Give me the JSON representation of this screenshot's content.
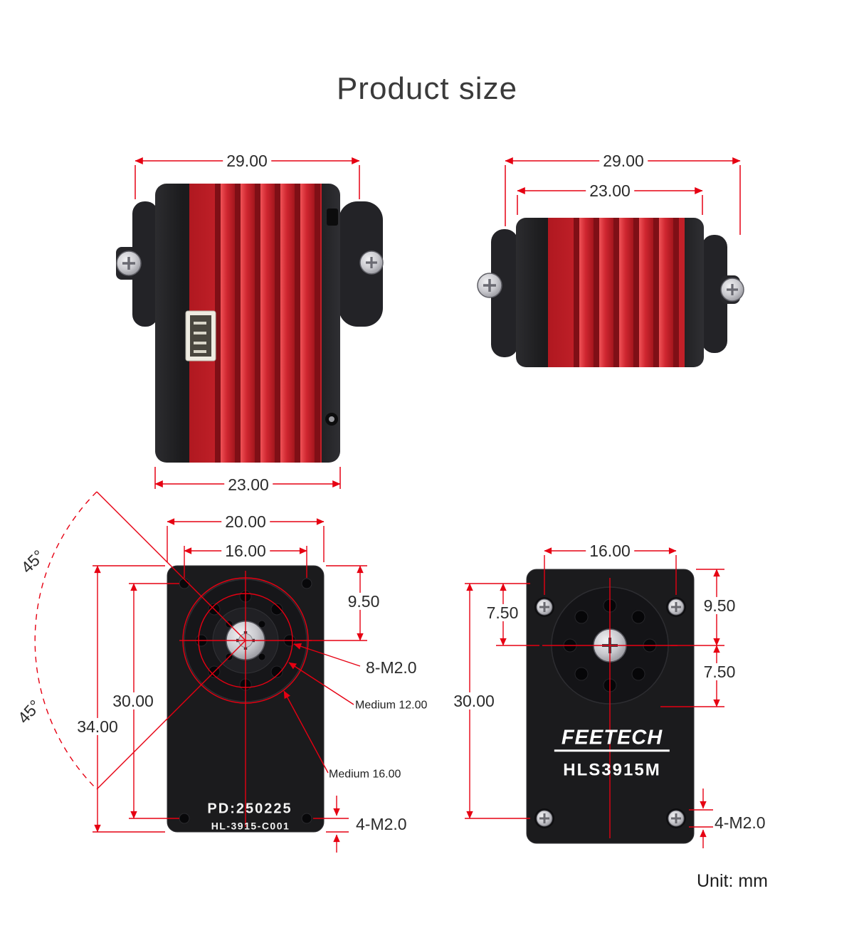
{
  "title": "Product size",
  "unit_note": "Unit: mm",
  "colors": {
    "dimension_red": "#e60012",
    "body_black": "#1b1b1d",
    "rib_red": "#c8232b"
  },
  "views": {
    "top_left": {
      "dim_overall_width": "29.00",
      "dim_body_width": "23.00"
    },
    "top_right": {
      "dim_overall_width": "29.00",
      "dim_body_width": "23.00"
    },
    "front": {
      "dim_width_outer": "20.00",
      "dim_hole_span": "16.00",
      "dim_top_to_center": "9.50",
      "dim_hole_callout": "8-M2.0",
      "dim_circle_12": "Medium 12.00",
      "dim_circle_16": "Medium 16.00",
      "dim_hole_height": "30.00",
      "dim_body_height": "34.00",
      "dim_angle_upper": "45°",
      "dim_angle_lower": "45°",
      "dim_corner_holes": "4-M2.0",
      "print_line1": "PD:250225",
      "print_line2": "HL-3915-C001"
    },
    "rear": {
      "dim_hole_span": "16.00",
      "dim_left_offset": "7.50",
      "dim_top_to_center": "9.50",
      "dim_center_offset": "7.50",
      "dim_hole_height": "30.00",
      "dim_corner_holes": "4-M2.0",
      "brand": "FEETECH",
      "model": "HLS3915M"
    }
  }
}
